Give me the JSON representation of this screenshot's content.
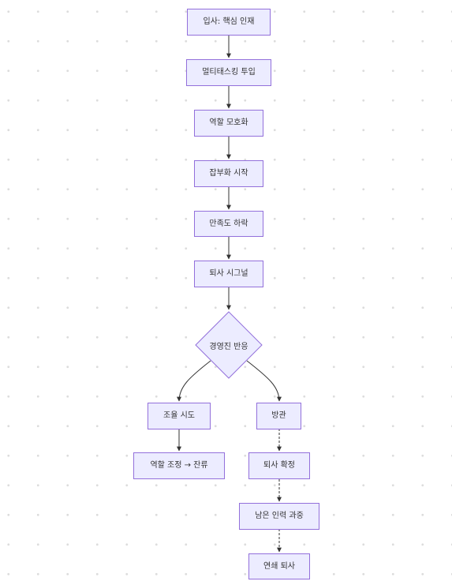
{
  "flowchart": {
    "nodes": {
      "hire": "입사: 핵심 인재",
      "multitask": "멀티태스킹 투입",
      "role_blur": "역할 모호화",
      "chores": "잡부화 시작",
      "satisfaction": "만족도 하락",
      "signal": "퇴사 시그널",
      "mgmt": "경영진 반응",
      "adjust": "조율 시도",
      "retain": "역할 조정 → 잔류",
      "ignore": "방관",
      "confirm": "퇴사 확정",
      "overload": "남은 인력 과중",
      "chain": "연쇄 퇴사"
    }
  },
  "colors": {
    "node_fill": "#ececff",
    "node_border": "#9370db",
    "edge": "#333333",
    "text": "#333333"
  }
}
